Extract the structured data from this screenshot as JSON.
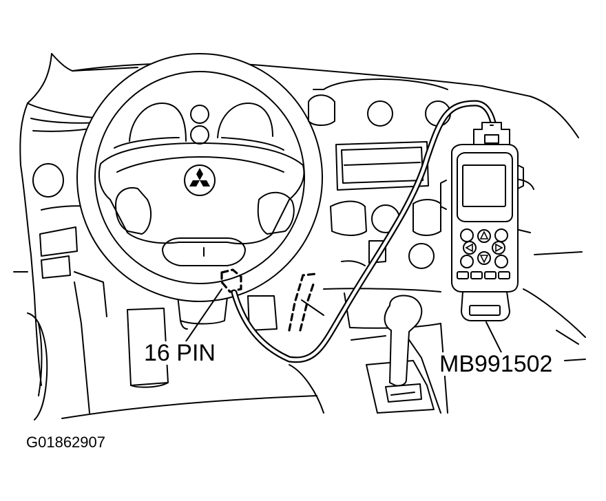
{
  "labels": {
    "connector": "16 PIN",
    "tool": "MB991502",
    "figure_code": "G01862907"
  },
  "icons": {
    "logo": "mitsubishi-logo-icon",
    "buttons": [
      "circle-button",
      "up-arrow-button",
      "circle-button",
      "left-arrow-button",
      "right-arrow-button",
      "circle-button",
      "down-arrow-button",
      "circle-button"
    ]
  }
}
